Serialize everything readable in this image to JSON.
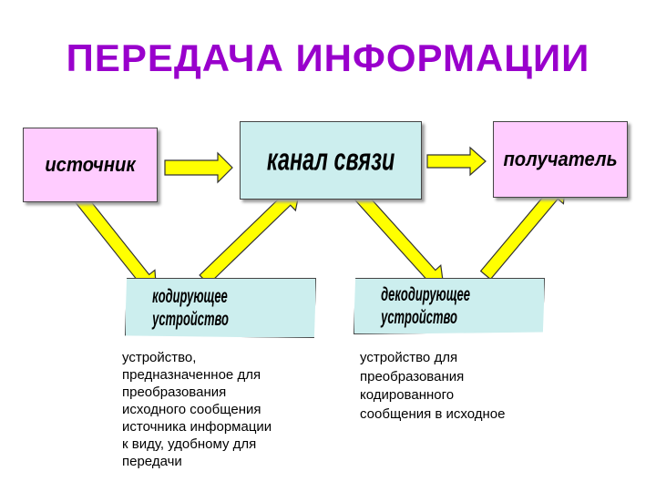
{
  "title": "ПЕРЕДАЧА ИНФОРМАЦИИ",
  "nodes": {
    "source": "источник",
    "channel": "канал связи",
    "receiver": "получатель",
    "encoder": "кодирующее устройство",
    "decoder": "декодирующее устройство"
  },
  "descriptions": {
    "encoder": "устройство,\nпредназначенное для\nпреобразования\nисходного сообщения\nисточника информации\nк виду, удобному для\nпередачи",
    "decoder": "устройство для\nпреобразования\nкодированного\nсообщения в исходное"
  },
  "colors": {
    "title": "#9900cc",
    "endpoint_fill": "#ffccff",
    "device_fill": "#cceeee",
    "arrow_fill": "#ffff00"
  }
}
